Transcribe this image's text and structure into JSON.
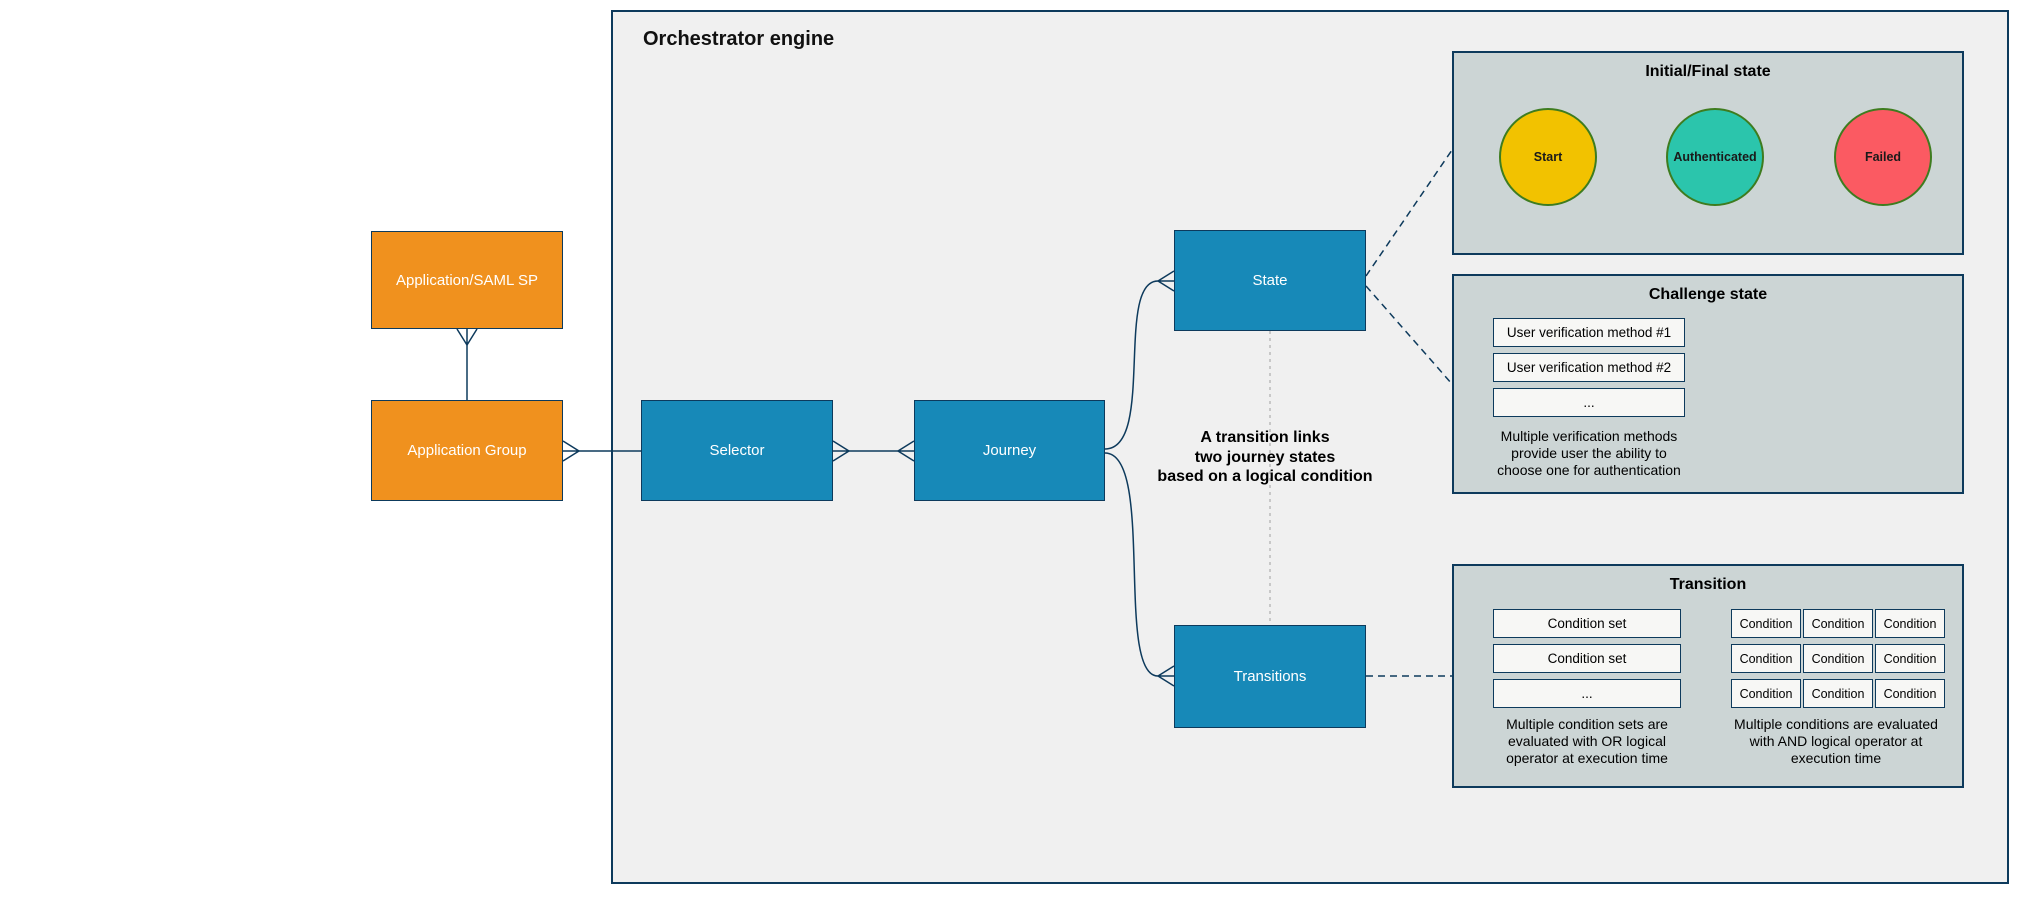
{
  "orchestrator": {
    "title": "Orchestrator engine"
  },
  "nodes": {
    "app_saml": {
      "label": "Application/SAML SP"
    },
    "app_group": {
      "label": "Application Group"
    },
    "selector": {
      "label": "Selector"
    },
    "journey": {
      "label": "Journey"
    },
    "state": {
      "label": "State"
    },
    "transitions": {
      "label": "Transitions"
    }
  },
  "annotation": {
    "text": "A transition links\ntwo journey states\nbased on a logical condition"
  },
  "panels": {
    "initial_final": {
      "title": "Initial/Final state",
      "states": [
        {
          "label": "Start",
          "fill": "#F2C200"
        },
        {
          "label": "Authenticated",
          "fill": "#2BC5AC"
        },
        {
          "label": "Failed",
          "fill": "#FB5A62"
        }
      ]
    },
    "challenge": {
      "title": "Challenge state",
      "methods": [
        "User verification method #1",
        "User verification method #2",
        "..."
      ],
      "caption": "Multiple verification methods\nprovide user the ability to\nchoose one for authentication"
    },
    "transition": {
      "title": "Transition",
      "condition_sets": [
        "Condition set",
        "Condition set",
        "..."
      ],
      "conditions": [
        [
          "Condition",
          "Condition",
          "Condition"
        ],
        [
          "Condition",
          "Condition",
          "Condition"
        ],
        [
          "Condition",
          "Condition",
          "Condition"
        ]
      ],
      "caption_or": "Multiple condition sets are\nevaluated with OR logical\noperator at execution time",
      "caption_and": "Multiple conditions are evaluated\nwith AND logical operator at\nexecution time"
    }
  },
  "colors": {
    "node_blue": "#1789B8",
    "node_orange": "#F0911E",
    "panel_fill": "#CCD5D5",
    "border_navy": "#0D3A5C",
    "circle_border_green": "#3E7C1F",
    "container_fill": "#F0F0F0"
  }
}
